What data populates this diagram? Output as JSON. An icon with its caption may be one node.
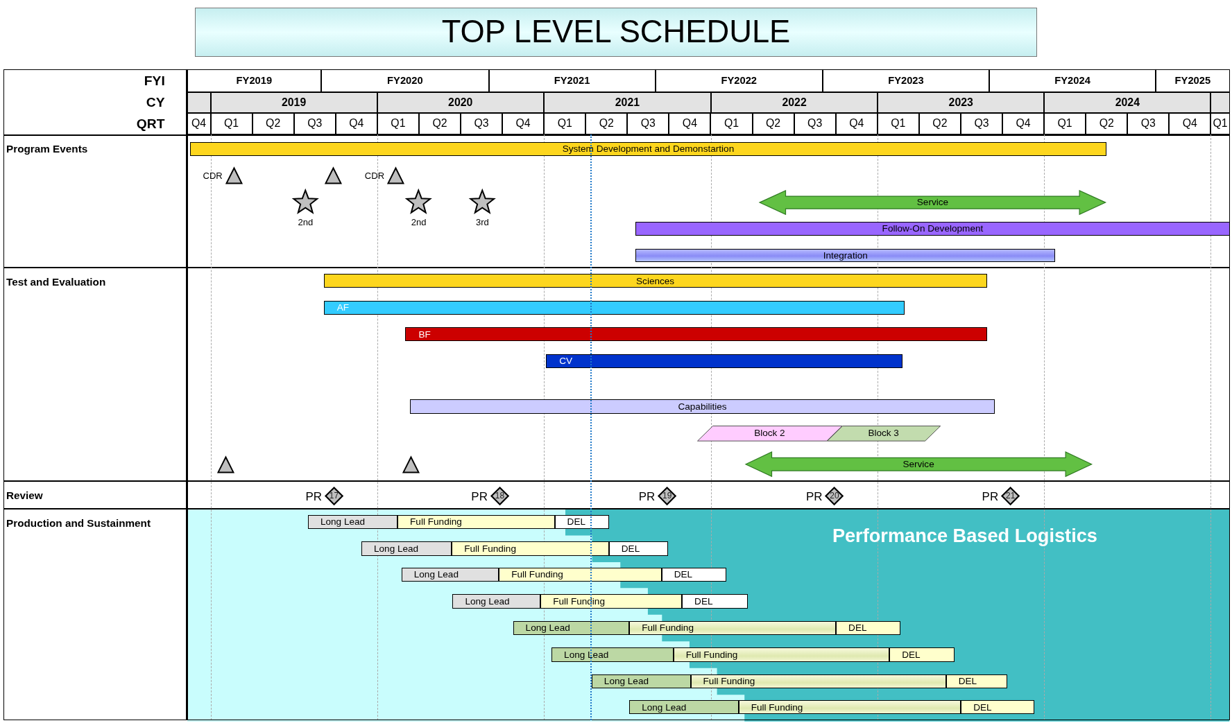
{
  "diagram": {
    "title": "TOP LEVEL SCHEDULE",
    "nodes": [
      {
        "text": [
          "Program Events"
        ]
      },
      {
        "text": [
          "System Development and Demonstartion"
        ],
        "in": 0
      },
      {
        "text": [],
        "shape": "triangle",
        "beside": [
          "CDR"
        ],
        "in": 0
      },
      {
        "text": [],
        "shape": "triangle",
        "in": 0
      },
      {
        "text": [],
        "shape": "triangle",
        "beside": [
          "CDR"
        ],
        "in": 0
      },
      {
        "text": [],
        "shape": "star",
        "beside": [
          "2nd"
        ],
        "in": 0
      },
      {
        "text": [],
        "shape": "star",
        "beside": [
          "2nd"
        ],
        "in": 0
      },
      {
        "text": [],
        "shape": "star",
        "beside": [
          "3rd"
        ],
        "in": 0
      },
      {
        "text": [
          "Service"
        ],
        "in": 0
      },
      {
        "text": [
          "Follow-On Development"
        ],
        "in": 0
      },
      {
        "text": [
          "Integration"
        ],
        "in": 0
      },
      {
        "text": [
          "Test and Evaluation"
        ]
      },
      {
        "text": [
          "Sciences"
        ],
        "in": 11
      },
      {
        "text": [
          "AF"
        ],
        "in": 11
      },
      {
        "text": [
          "BF"
        ],
        "in": 11
      },
      {
        "text": [
          "CV"
        ],
        "in": 11
      },
      {
        "text": [
          "Capabilities"
        ],
        "in": 11
      },
      {
        "text": [
          "Block 2"
        ],
        "in": 11
      },
      {
        "text": [
          "Block 3"
        ],
        "in": 11
      },
      {
        "text": [],
        "shape": "triangle",
        "in": 11
      },
      {
        "text": [],
        "shape": "triangle",
        "in": 11
      },
      {
        "text": [
          "Service"
        ],
        "in": 11
      },
      {
        "text": [
          "Review"
        ]
      },
      {
        "text": [
          "17"
        ],
        "beside": [
          "PR"
        ],
        "in": 22
      },
      {
        "text": [
          "18"
        ],
        "beside": [
          "PR"
        ],
        "in": 22
      },
      {
        "text": [
          "19"
        ],
        "beside": [
          "PR"
        ],
        "in": 22
      },
      {
        "text": [
          "20"
        ],
        "beside": [
          "PR"
        ],
        "in": 22
      },
      {
        "text": [
          "21"
        ],
        "beside": [
          "PR"
        ],
        "in": 22
      },
      {
        "text": [
          "Production and Sustainment"
        ]
      },
      {
        "text": [
          "Long Lead"
        ],
        "in": 28
      },
      {
        "text": [
          "Full Funding"
        ],
        "in": 28
      },
      {
        "text": [
          "DEL"
        ],
        "in": 28
      },
      {
        "text": [
          "Long Lead"
        ],
        "in": 28
      },
      {
        "text": [
          "Full Funding"
        ],
        "in": 28
      },
      {
        "text": [
          "DEL"
        ],
        "in": 28
      },
      {
        "text": [
          "Long Lead"
        ],
        "in": 28
      },
      {
        "text": [
          "Full Funding"
        ],
        "in": 28
      },
      {
        "text": [
          "DEL"
        ],
        "in": 28
      },
      {
        "text": [
          "Long Lead"
        ],
        "in": 28
      },
      {
        "text": [
          "Full Funding"
        ],
        "in": 28
      },
      {
        "text": [
          "DEL"
        ],
        "in": 28
      },
      {
        "text": [
          "Long Lead"
        ],
        "in": 28
      },
      {
        "text": [
          "Full Funding"
        ],
        "in": 28
      },
      {
        "text": [
          "DEL"
        ],
        "in": 28
      },
      {
        "text": [
          "Long Lead"
        ],
        "in": 28
      },
      {
        "text": [
          "Full Funding"
        ],
        "in": 28
      },
      {
        "text": [
          "DEL"
        ],
        "in": 28
      },
      {
        "text": [
          "Long Lead"
        ],
        "in": 28
      },
      {
        "text": [
          "Full Funding"
        ],
        "in": 28
      },
      {
        "text": [
          "DEL"
        ],
        "in": 28
      },
      {
        "text": [
          "Long Lead"
        ],
        "in": 28
      },
      {
        "text": [
          "Full Funding"
        ],
        "in": 28
      },
      {
        "text": [
          "DEL"
        ],
        "in": 28
      }
    ],
    "labels": [
      "FYI",
      "FY2019",
      "FY2020",
      "FY2021",
      "FY2022",
      "FY2023",
      "FY2024",
      "FY2025",
      "CY",
      "2019",
      "2020",
      "2021",
      "2022",
      "2023",
      "2024",
      "QRT",
      "Q4",
      "Q1",
      "Q2",
      "Q3",
      "Q4",
      "Q1",
      "Q2",
      "Q3",
      "Q4",
      "Q1",
      "Q2",
      "Q3",
      "Q4",
      "Q1",
      "Q2",
      "Q3",
      "Q4",
      "Q1",
      "Q2",
      "Q3",
      "Q4",
      "Q1",
      "Q2",
      "Q3",
      "Q4",
      "Q1",
      "Performance Based Logistics"
    ]
  }
}
